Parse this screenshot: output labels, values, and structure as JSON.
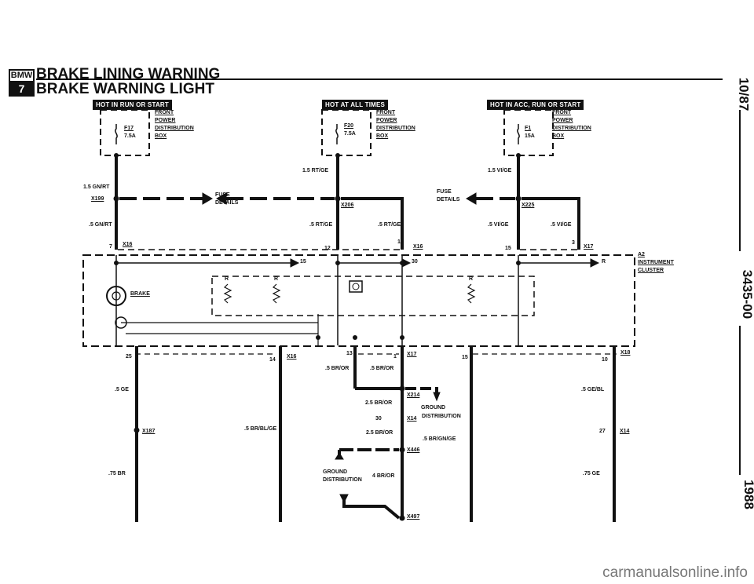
{
  "header": {
    "logo_top": "BMW",
    "logo_bottom": "7",
    "title_1": "BRAKE LINING WARNING",
    "title_2": "BRAKE WARNING LIGHT"
  },
  "side": {
    "date": "10/87",
    "code": "3435-00",
    "year": "1988"
  },
  "footer": {
    "watermark": "carmanualsonline.info"
  },
  "labels": {
    "hot_run_start": "HOT IN RUN OR START",
    "hot_all_times": "HOT AT ALL TIMES",
    "hot_acc_run_start": "HOT IN ACC, RUN OR START",
    "front": "FRONT",
    "power": "POWER",
    "distribution": "DISTRIBUTION",
    "box": "BOX",
    "f17": "F17",
    "f17_amp": "7.5A",
    "f20": "F20",
    "f20_amp": "7.5A",
    "f1": "F1",
    "f1_amp": "15A",
    "w_15_gnrt": "1.5 GN/RT",
    "w_15_rtge": "1.5 RT/GE",
    "w_15_vige": "1.5 VI/GE",
    "x199": "X199",
    "x206": "X206",
    "x225": "X225",
    "fuse": "FUSE",
    "details": "DETAILS",
    "w_5_gnrt": ".5 GN/RT",
    "w_5_rtge_a": ".5 RT/GE",
    "w_5_rtge_b": ".5 RT/GE",
    "w_5_vige_a": ".5 VI/GE",
    "w_5_vige_b": ".5 VI/GE",
    "p7": "7",
    "p12": "12",
    "p13": "13",
    "p15": "15",
    "p3": "3",
    "x16_a": "X16",
    "x16_b": "X16",
    "x17": "X17",
    "a2": "A2",
    "instrument": "INSTRUMENT",
    "cluster": "CLUSTER",
    "n15": "15",
    "n30": "30",
    "R": "R",
    "brake": "BRAKE",
    "p25": "25",
    "p14": "14",
    "x16_c": "X16",
    "p13b": "13",
    "p1": "1",
    "x17_b": "X17",
    "p15b": "15",
    "p10": "10",
    "x18": "X18",
    "w_5_bror_a": ".5 BR/OR",
    "w_5_bror_b": ".5 BR/OR",
    "w_5_ge": ".5 GE",
    "w_5_gebl": ".5 GE/BL",
    "x214": "X214",
    "w_25_bror_a": "2.5 BR/OR",
    "ground": "GROUND",
    "p30": "30",
    "x14": "X14",
    "distribution2": "DISTRIBUTION",
    "x187": "X187",
    "w_5_brblge": ".5 BR/BL/GE",
    "w_25_bror_b": "2.5 BR/OR",
    "w_5_brgnge": ".5 BR/GN/GE",
    "p27": "27",
    "x14_b": "X14",
    "x446": "X446",
    "w_75_br": ".75 BR",
    "ground2": "GROUND",
    "distribution3": "DISTRIBUTION",
    "w_4_bror": "4 BR/OR",
    "w_75_ge": ".75 GE",
    "x497": "X497"
  }
}
